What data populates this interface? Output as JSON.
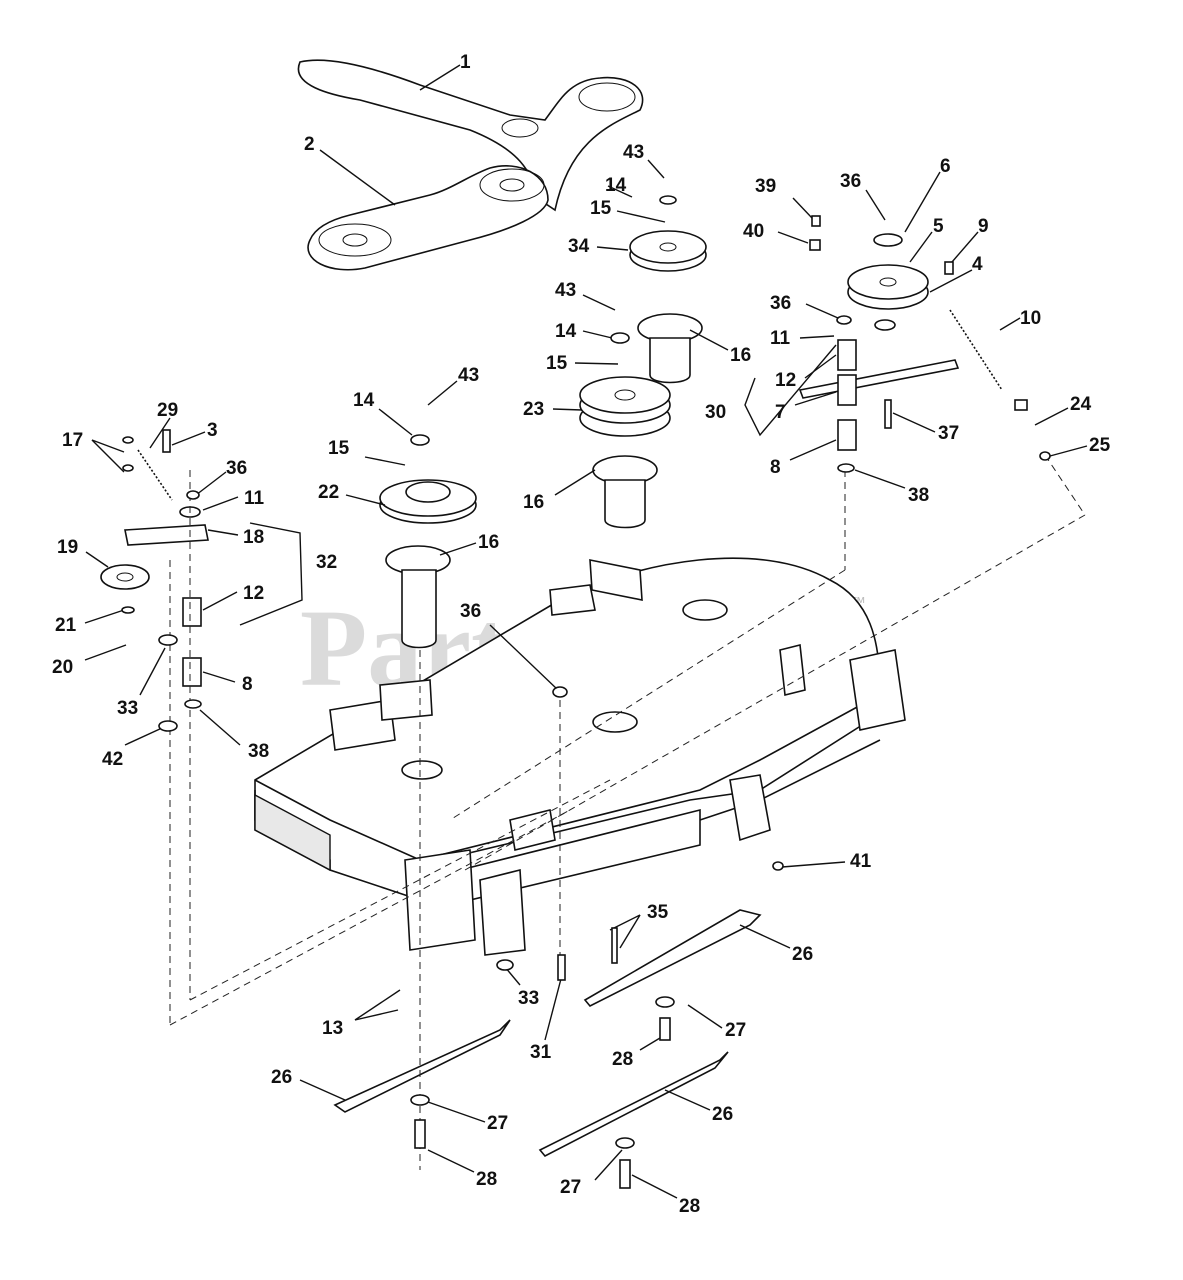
{
  "watermark": {
    "text": "PartsTree",
    "mark": "™"
  },
  "callouts": {
    "c1": "1",
    "c2": "2",
    "c3": "3",
    "c4": "4",
    "c5": "5",
    "c6": "6",
    "c7": "7",
    "c8a": "8",
    "c8b": "8",
    "c9": "9",
    "c10": "10",
    "c11a": "11",
    "c11b": "11",
    "c12a": "12",
    "c12b": "12",
    "c13": "13",
    "c14a": "14",
    "c14b": "14",
    "c14c": "14",
    "c15a": "15",
    "c15b": "15",
    "c15c": "15",
    "c16a": "16",
    "c16b": "16",
    "c16c": "16",
    "c17": "17",
    "c18": "18",
    "c19": "19",
    "c20": "20",
    "c21": "21",
    "c22": "22",
    "c23": "23",
    "c24": "24",
    "c25": "25",
    "c26a": "26",
    "c26b": "26",
    "c26c": "26",
    "c27a": "27",
    "c27b": "27",
    "c27c": "27",
    "c28a": "28",
    "c28b": "28",
    "c28c": "28",
    "c29": "29",
    "c30": "30",
    "c31": "31",
    "c32": "32",
    "c33a": "33",
    "c33b": "33",
    "c34": "34",
    "c35": "35",
    "c36a": "36",
    "c36b": "36",
    "c36c": "36",
    "c36d": "36",
    "c37": "37",
    "c38a": "38",
    "c38b": "38",
    "c39": "39",
    "c40": "40",
    "c41": "41",
    "c42": "42",
    "c43a": "43",
    "c43b": "43",
    "c43c": "43"
  }
}
